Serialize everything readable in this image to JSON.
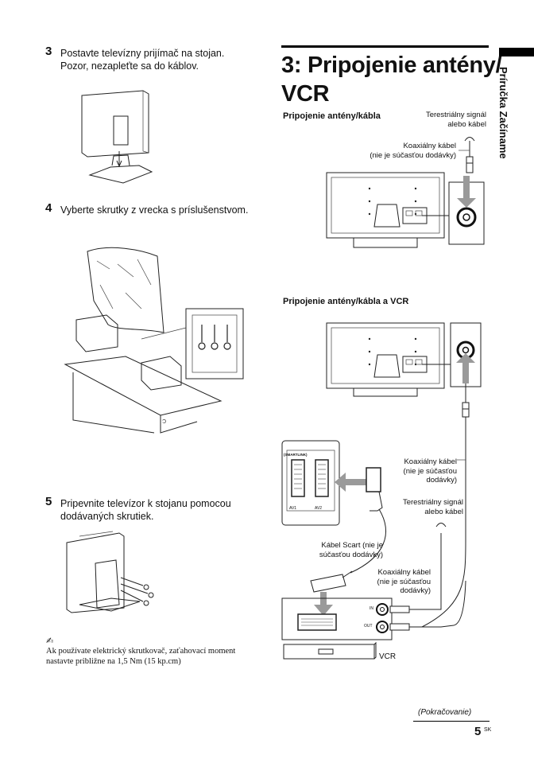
{
  "left_column": {
    "steps": [
      {
        "number": "3",
        "text": "Postavte televízny prijímač na stojan. Pozor, nezapleťte sa do káblov."
      },
      {
        "number": "4",
        "text": "Vyberte skrutky z vrecka s príslušenstvom."
      },
      {
        "number": "5",
        "text": "Pripevnite televízor k stojanu pomocou dodávaných skrutiek."
      }
    ],
    "note": {
      "icon": "pencil-note-icon",
      "text": "Ak používate elektrický skrutkovač, zaťahovací moment nastavte približne na 1,5 Nm (15 kp.cm)"
    }
  },
  "right_column": {
    "title_line1": "3: Pripojenie antény/",
    "title_line2": "VCR",
    "section1": {
      "heading": "Pripojenie antény/kábla",
      "label_signal": [
        "Terestriálny signál",
        "alebo kábel"
      ],
      "label_coax": [
        "Koaxiálny kábel",
        "(nie je súčasťou dodávky)"
      ]
    },
    "section2": {
      "heading": "Pripojenie antény/kábla a VCR",
      "label_coax_top": [
        "Koaxiálny kábel",
        "(nie je súčasťou",
        "dodávky)"
      ],
      "label_signal": [
        "Terestriálny signál",
        "alebo kábel"
      ],
      "label_scart": [
        "Kábel Scart (nie je",
        "súčasťou dodávky)"
      ],
      "label_coax_bottom": [
        "Koaxiálny kábel",
        "(nie je súčasťou",
        "dodávky)"
      ],
      "label_vcr": "VCR",
      "panel_header": "(SMARTLINK)",
      "port_av1": "AV1",
      "port_av2": "AV2",
      "port_in": "IN",
      "port_out": "OUT"
    }
  },
  "side_tab": {
    "text": "Príručka Začíname"
  },
  "footer": {
    "continued": "(Pokračovanie)",
    "page_number": "5",
    "page_suffix": "SK"
  }
}
